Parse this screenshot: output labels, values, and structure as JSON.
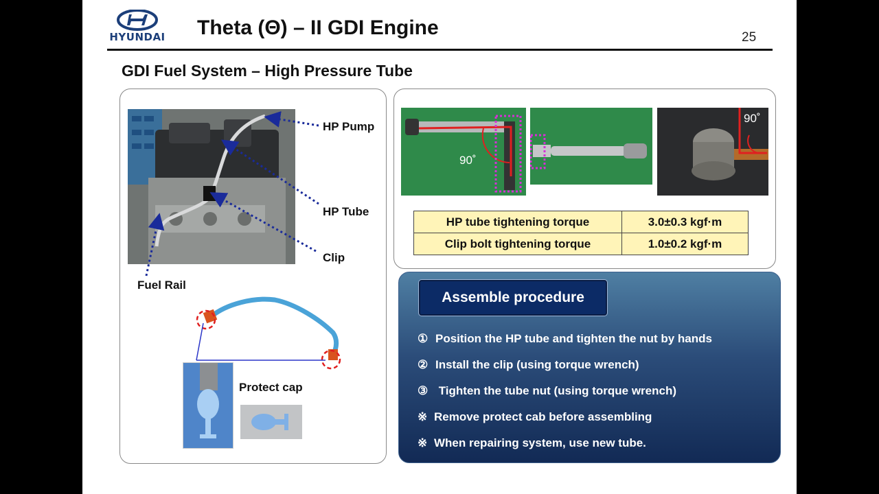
{
  "header": {
    "logo_text": "HYUNDAI",
    "title": "Theta (Θ) – II GDI Engine",
    "page_number": "25"
  },
  "section_title": "GDI Fuel System – High Pressure Tube",
  "left_panel": {
    "labels": {
      "hp_pump": "HP Pump",
      "hp_tube": "HP Tube",
      "clip": "Clip",
      "fuel_rail": "Fuel Rail",
      "protect_cap": "Protect cap"
    }
  },
  "right_panel": {
    "angle_label_1": "90˚",
    "angle_label_2": "90˚",
    "torque_table": [
      {
        "item": "HP tube tightening torque",
        "value": "3.0±0.3 kgf·m"
      },
      {
        "item": "Clip bolt tightening torque",
        "value": "1.0±0.2 kgf·m"
      }
    ]
  },
  "assemble": {
    "title": "Assemble procedure",
    "steps": [
      {
        "marker": "①",
        "text": "Position the HP tube and tighten the nut by hands"
      },
      {
        "marker": "②",
        "text": "Install the clip (using torque wrench)"
      },
      {
        "marker": "③",
        "text": " Tighten the tube nut (using torque wrench)"
      },
      {
        "marker": "※",
        "text": "Remove protect cab before assembling"
      },
      {
        "marker": "※",
        "text": "When repairing system, use new tube."
      }
    ]
  },
  "colors": {
    "brand": "#1c3f7a",
    "table_fill": "#fff4b8",
    "procedure_title_fill": "#0c2b66",
    "arrow": "#1a2b9a",
    "highlight": "#d62fd6"
  }
}
